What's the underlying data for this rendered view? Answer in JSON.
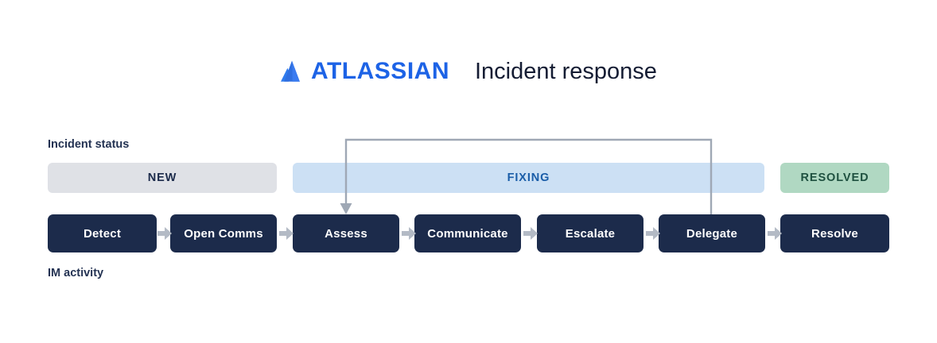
{
  "header": {
    "logo_icon": "atlassian-logo-icon",
    "brand_name": "ATLASSIAN",
    "title": "Incident response",
    "brand_color": "#1D63E6",
    "title_color": "#141C33"
  },
  "diagram": {
    "type": "process-flow",
    "row_labels": {
      "status_label": "Incident status",
      "activity_label": "IM activity"
    },
    "status_bars": [
      {
        "label": "NEW",
        "bg": "#DFE1E6",
        "fg": "#1C2B4B",
        "spans": [
          "Detect",
          "Open Comms"
        ]
      },
      {
        "label": "FIXING",
        "bg": "#CCE0F4",
        "fg": "#1A5DA8",
        "spans": [
          "Assess",
          "Communicate",
          "Escalate",
          "Delegate"
        ]
      },
      {
        "label": "RESOLVED",
        "bg": "#B0D8C2",
        "fg": "#1F5140",
        "spans": [
          "Resolve"
        ]
      }
    ],
    "activities": [
      {
        "label": "Detect"
      },
      {
        "label": "Open Comms"
      },
      {
        "label": "Assess"
      },
      {
        "label": "Communicate"
      },
      {
        "label": "Escalate"
      },
      {
        "label": "Delegate"
      },
      {
        "label": "Resolve"
      }
    ],
    "connector_icon": "arrow-right-icon",
    "feedback_loop": {
      "icon": "feedback-loop-arrow-icon",
      "from": "Delegate",
      "to": "Assess",
      "color": "#9FA8B5"
    },
    "box_color": "#1C2B4B",
    "box_text_color": "#FFFFFF",
    "connector_color": "#B3BAC5"
  }
}
